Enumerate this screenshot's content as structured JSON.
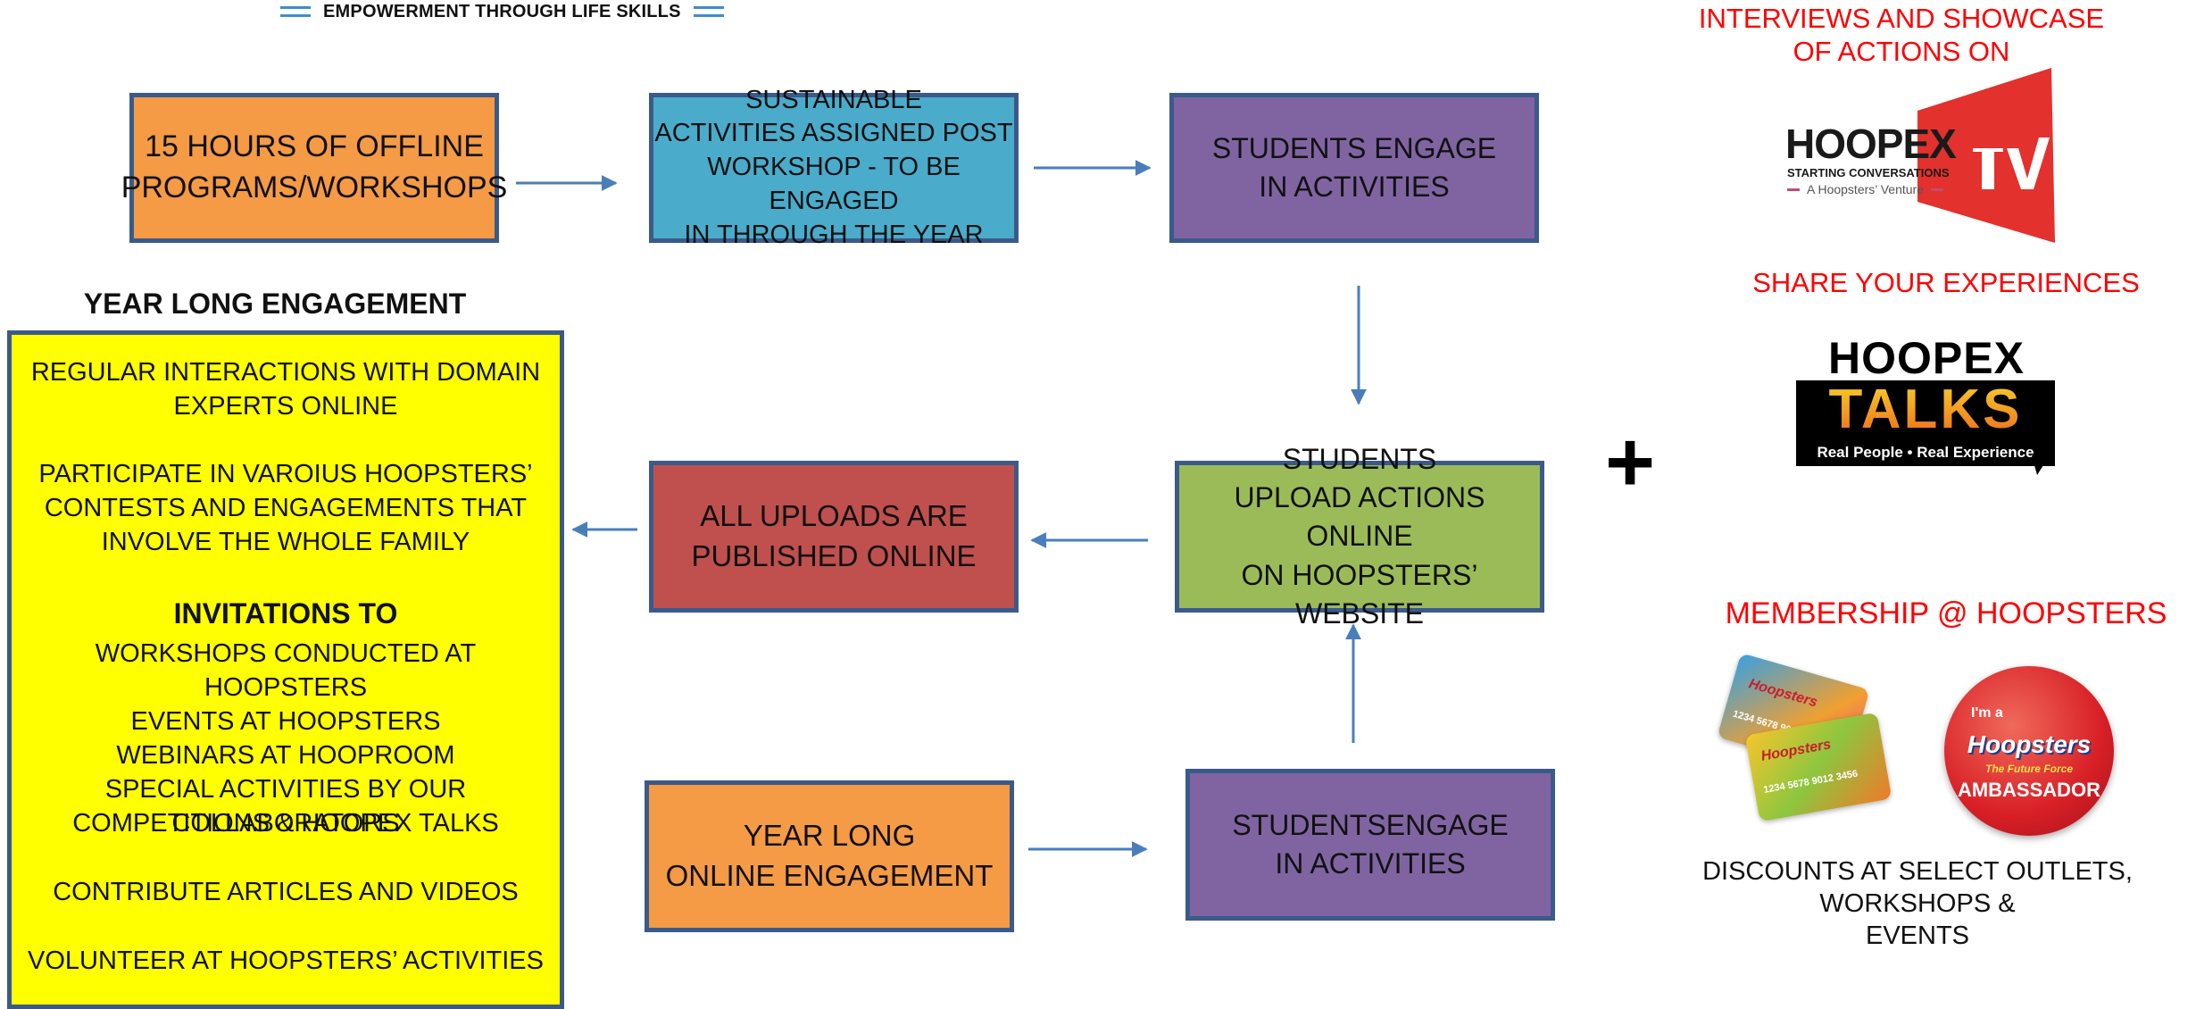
{
  "header": {
    "title": "EMPOWERMENT THROUGH LIFE SKILLS"
  },
  "flow": {
    "box1": "15 HOURS OF OFFLINE\nPROGRAMS/WORKSHOPS",
    "box2": "SUSTAINABLE\nACTIVITIES ASSIGNED POST\nWORKSHOP - TO BE ENGAGED\nIN THROUGH THE YEAR",
    "box3": "STUDENTS ENGAGE\nIN ACTIVITIES",
    "box4": "STUDENTS\nUPLOAD ACTIONS ONLINE\nON HOOPSTERS’ WEBSITE",
    "box5": "ALL UPLOADS ARE\nPUBLISHED ONLINE",
    "box6": "YEAR LONG\nONLINE ENGAGEMENT",
    "box7": "STUDENTSENGAGE\nIN ACTIVITIES"
  },
  "year_long": {
    "title": "YEAR LONG ENGAGEMENT",
    "item1": "REGULAR INTERACTIONS WITH DOMAIN\nEXPERTS ONLINE",
    "item2": "PARTICIPATE IN VAROIUS HOOPSTERS’\nCONTESTS AND ENGAGEMENTS THAT\nINVOLVE THE WHOLE FAMILY",
    "invitations_title": "INVITATIONS TO",
    "item3": "WORKSHOPS CONDUCTED AT HOOPSTERS\nEVENTS AT HOOPSTERS\nWEBINARS AT HOOPROOM\nSPECIAL ACTIVITIES BY OUR COLLABORATORS",
    "item4": "COMPETITIONS & HOOPEX TALKS",
    "item5": "CONTRIBUTE ARTICLES AND VIDEOS",
    "item6": "VOLUNTEER AT HOOPSTERS’ ACTIVITIES"
  },
  "plus": "+",
  "right_panel": {
    "interviews_heading": "INTERVIEWS AND SHOWCASE\nOF ACTIONS ON",
    "hoopex_tv": {
      "word": "HOOPEX",
      "tagline": "STARTING CONVERSATIONS",
      "venture": "A Hoopsters’ Venture",
      "tv": "TV"
    },
    "share_heading": "SHARE YOUR EXPERIENCES",
    "hoopex_talks": {
      "word": "HOOPEX",
      "talks": "TALKS",
      "tagline": "Real People • Real Experience"
    },
    "membership_heading": "MEMBERSHIP @ HOOPSTERS",
    "card_text": "Hoopsters",
    "card_number": "1234 5678 9012 3456",
    "badge": {
      "top": "I'm a",
      "brand": "Hoopsters",
      "sub": "The Future Force",
      "role": "AMBASSADOR"
    },
    "discounts": "DISCOUNTS AT SELECT OUTLETS, WORKSHOPS &\nEVENTS"
  },
  "colors": {
    "orange": "#f59a45",
    "teal": "#4aabca",
    "purple": "#8064a2",
    "green": "#9bbb59",
    "red": "#c0504d",
    "yellow": "#ffff00",
    "arrow": "#4a7ebb",
    "accent_red": "#ff0000"
  }
}
